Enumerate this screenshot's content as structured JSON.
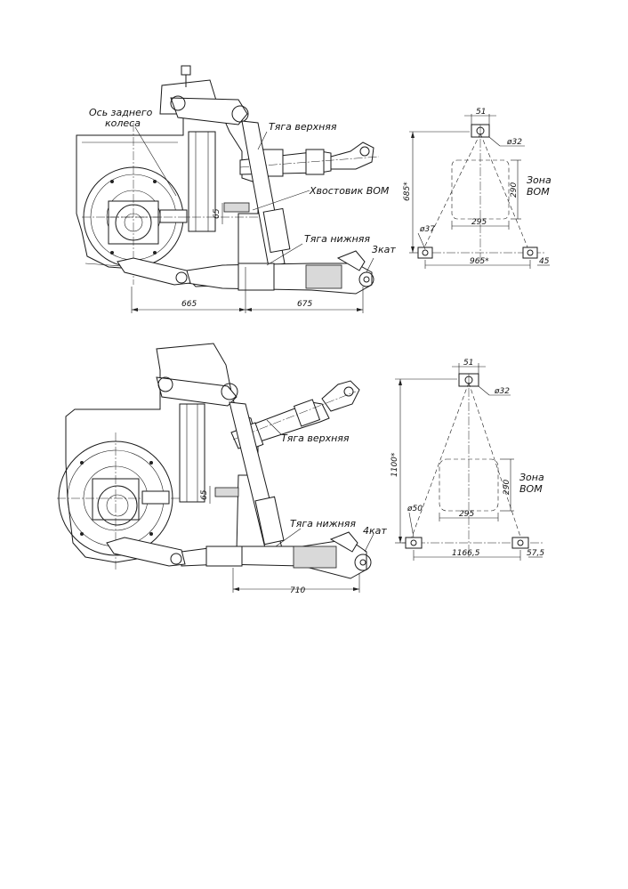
{
  "top_drawing": {
    "labels": {
      "axle": [
        "Ось заднего",
        "колеса"
      ],
      "upper_link": "Тяга верхняя",
      "pto_shaft": "Хвостовик ВОМ",
      "lower_link": "Тяга нижняя",
      "category": "3кат"
    },
    "dims": {
      "d65": "65",
      "d665": "665",
      "d675": "675"
    }
  },
  "top_scheme": {
    "dims": {
      "w51": "51",
      "dia32": "ø32",
      "h685": "685*",
      "h290": "290",
      "w295": "295",
      "dia37": "ø37",
      "w965": "965*",
      "w45": "45"
    },
    "zone": [
      "Зона",
      "ВОМ"
    ]
  },
  "bottom_drawing": {
    "labels": {
      "upper_link": "Тяга верхняя",
      "lower_link": "Тяга нижняя",
      "category": "4кат"
    },
    "dims": {
      "d65": "65",
      "d710": "710"
    }
  },
  "bottom_scheme": {
    "dims": {
      "w51": "51",
      "dia32": "ø32",
      "h1100": "1100*",
      "h290": "290",
      "w295": "295",
      "dia50": "ø50",
      "w1166": "1166,5",
      "w57": "57,5"
    },
    "zone": [
      "Зона",
      "ВОМ"
    ]
  }
}
